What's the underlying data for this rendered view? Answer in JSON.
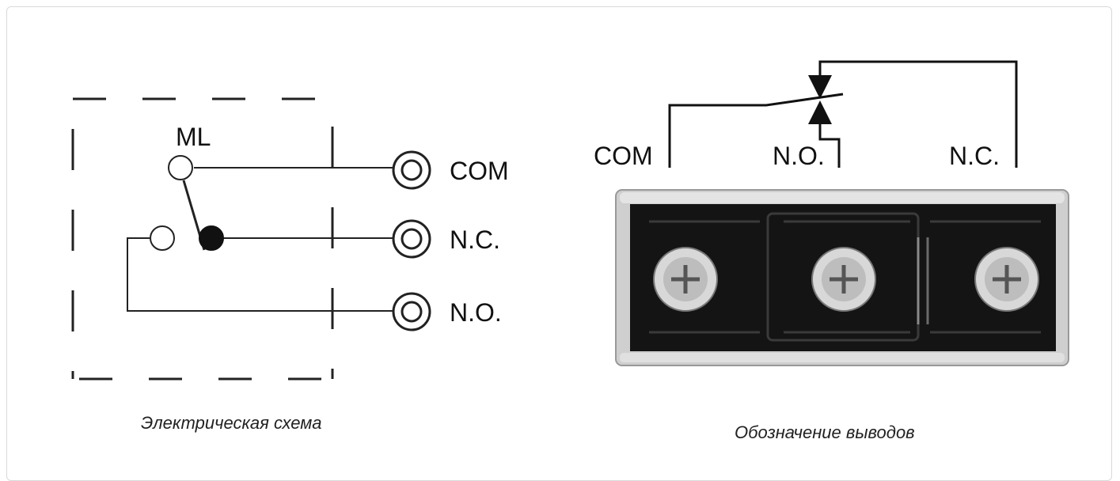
{
  "schematic": {
    "switch_label": "ML",
    "terminals": [
      "COM",
      "N.C.",
      "N.O."
    ],
    "caption": "Электрическая схема"
  },
  "pinout": {
    "terminals": [
      "COM",
      "N.O.",
      "N.C."
    ],
    "caption": "Обозначение выводов"
  }
}
